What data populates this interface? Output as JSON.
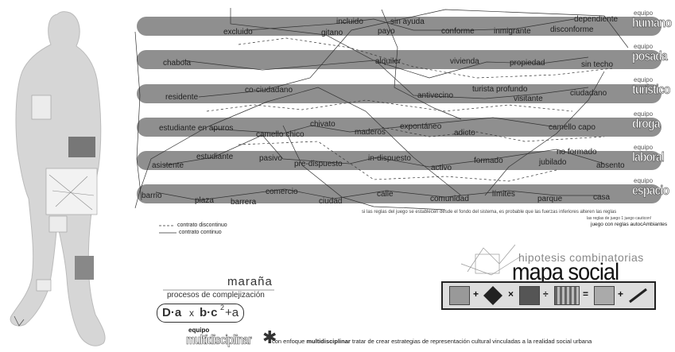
{
  "teams": [
    {
      "equipo_label": "equipo",
      "name": "humano"
    },
    {
      "equipo_label": "equipo",
      "name": "posada"
    },
    {
      "equipo_label": "equipo",
      "name": "turístico"
    },
    {
      "equipo_label": "equipo",
      "name": "droga"
    },
    {
      "equipo_label": "equipo",
      "name": "laboral"
    },
    {
      "equipo_label": "equipo",
      "name": "espacio"
    }
  ],
  "band_words": {
    "humano": [
      "incluido",
      "sin ayuda",
      "dependiente",
      "excluido",
      "gitano",
      "payo",
      "conforme",
      "inmigrante",
      "disconforme"
    ],
    "posada": [
      "chabola",
      "alquiler",
      "vivienda",
      "propiedad",
      "sin techo"
    ],
    "turistico": [
      "co-ciudadano",
      "turista profundo",
      "residente",
      "antivecino",
      "visitante",
      "ciudadano"
    ],
    "droga": [
      "chivato",
      "estudiante en apuros",
      "expontáneo",
      "camello chico",
      "maderos",
      "adicto",
      "camello capo"
    ],
    "laboral": [
      "estudiante",
      "pasivo",
      "in-dispuesto",
      "no formado",
      "asistente",
      "pre-dispuesto",
      "formado",
      "jubilado",
      "activo",
      "absento"
    ],
    "espacio": [
      "comercio",
      "barrio",
      "plaza",
      "barrera",
      "calle",
      "ciudad",
      "comunidad",
      "límites",
      "parque",
      "casa"
    ]
  },
  "footnotes": {
    "line1": "si las reglas del juego se establecen desde el fondo del sistema, es probable que las fuerzas inferiores alteren las reglas",
    "line2": "las reglas de juego 1 juego cauticon!",
    "line3": "juego con reglas autocAmbiantes"
  },
  "legend": {
    "discontinuous": "contrato discontinuo",
    "continuous": "contrato continuo"
  },
  "title_block": {
    "subtitle": "hipotesis combinatorias",
    "title": "mapa social"
  },
  "formula_strip_ops": [
    "+",
    "×",
    "÷",
    "=",
    "+"
  ],
  "marana": "maraña",
  "procesos": "procesos de complejización",
  "equation": {
    "a_term": "D·a",
    "times": "x",
    "b_term": "b·c",
    "exp": "2",
    "end": "+a"
  },
  "footer": {
    "equipo": "equipo",
    "name": "multidisciplinar",
    "mission_pre": "con enfoque ",
    "mission_bold": "multidisciplinar",
    "mission_post": " tratar de crear estrategias de representación cultural vinculadas a la realidad social urbana"
  },
  "colors": {
    "band": "#8f8f8f",
    "figure": "#d6d6d6"
  }
}
